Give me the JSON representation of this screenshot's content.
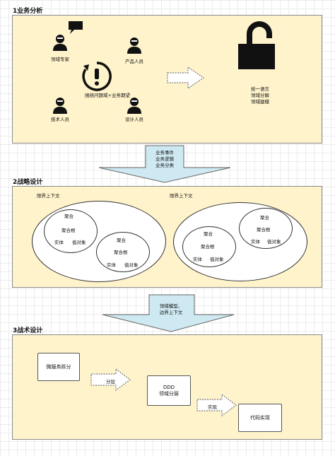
{
  "section1": {
    "title": "1业务分析",
    "roles": {
      "expert": "领域专家",
      "product": "产品人员",
      "tech": "技术人员",
      "design": "设计人员"
    },
    "center_label": "围绕问题域+业务期望",
    "right_lines": [
      "统一语言",
      "领域分解",
      "领域建模"
    ]
  },
  "arrow1": {
    "lines": [
      "业务事件",
      "业务逻辑",
      "业务分类"
    ]
  },
  "section2": {
    "title": "2战略设计",
    "context_label": "限界上下文",
    "aggregate": "聚合",
    "aggregate_root": "聚合根",
    "entity": "实体",
    "value_object": "值对象"
  },
  "arrow2": {
    "lines": [
      "领域模型、",
      "边界上下文"
    ]
  },
  "section3": {
    "title": "3战术设计",
    "microservice": "微服务拆分",
    "layer_arrow": "分层",
    "ddd_lines": [
      "DDD",
      "领域分层"
    ],
    "impl_arrow": "实现",
    "code": "代码实现"
  }
}
